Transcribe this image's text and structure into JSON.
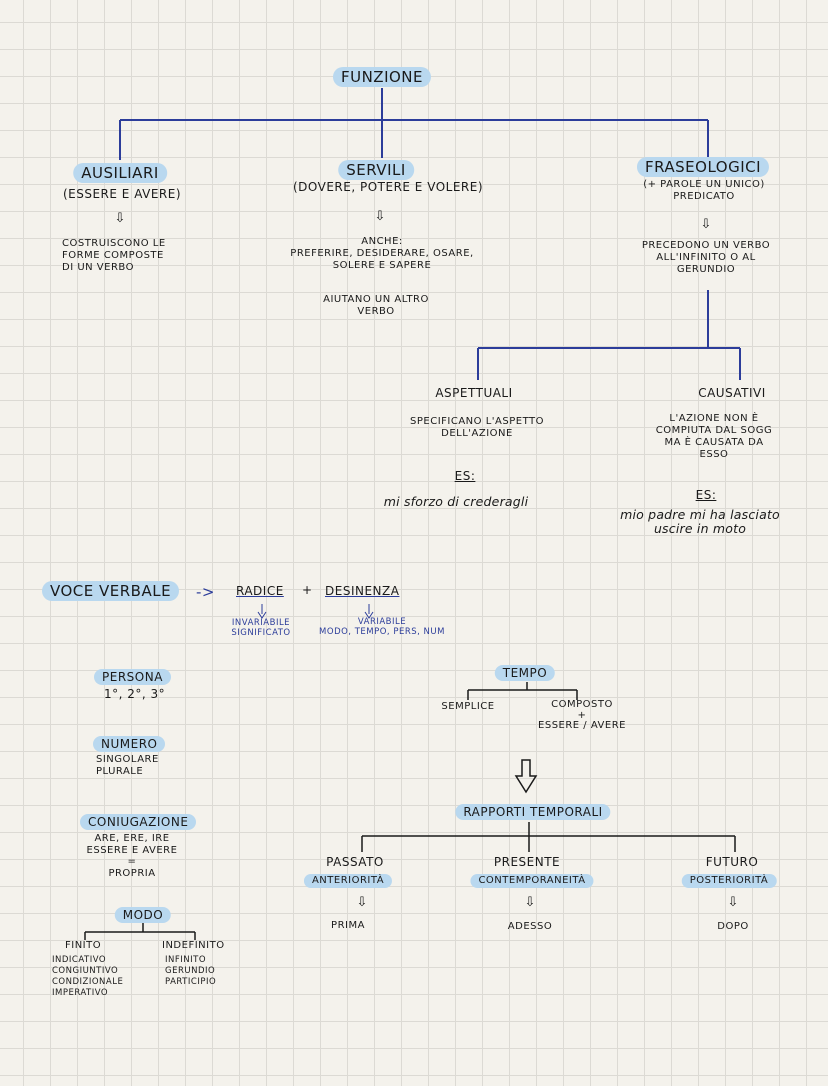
{
  "top": {
    "title": "FUNZIONE",
    "ausiliari": {
      "label": "AUSILIARI",
      "sub": "(ESSERE E AVERE)",
      "desc": [
        "COSTRUISCONO LE",
        "FORME COMPOSTE",
        "DI UN VERBO"
      ]
    },
    "servili": {
      "label": "SERVILI",
      "sub": "(DOVERE, POTERE E VOLERE)",
      "desc": [
        "ANCHE:",
        "PREFERIRE, DESIDERARE, OSARE,",
        "SOLERE E SAPERE"
      ],
      "desc2": [
        "AIUTANO UN ALTRO",
        "VERBO"
      ]
    },
    "fraseologici": {
      "label": "FRASEOLOGICI",
      "sub": [
        "(+ PAROLE UN UNICO)",
        "PREDICATO"
      ],
      "desc": [
        "PRECEDONO UN VERBO",
        "ALL'INFINITO O AL",
        "GERUNDIO"
      ]
    },
    "aspettuali": {
      "label": "ASPETTUALI",
      "desc": [
        "SPECIFICANO L'ASPETTO",
        "DELL'AZIONE"
      ],
      "es_label": "ES:",
      "example": "mi sforzo di crederagli"
    },
    "causativi": {
      "label": "CAUSATIVI",
      "desc": [
        "L'AZIONE NON È",
        "COMPIUTA DAL SOGG",
        "MA È CAUSATA DA",
        "ESSO"
      ],
      "es_label": "ES:",
      "example": [
        "mio padre mi ha lasciato",
        "uscire in moto"
      ]
    }
  },
  "voce": {
    "label": "VOCE VERBALE",
    "arrow": "->",
    "radice": "RADICE",
    "plus": "+",
    "desinenza": "DESINENZA",
    "radice_note": [
      "INVARIABILE",
      "SIGNIFICATO"
    ],
    "desinenza_note": [
      "VARIABILE",
      "MODO, TEMPO, PERS, NUM"
    ]
  },
  "left": {
    "persona": {
      "label": "PERSONA",
      "value": "1°, 2°, 3°"
    },
    "numero": {
      "label": "NUMERO",
      "values": [
        "SINGOLARE",
        "PLURALE"
      ]
    },
    "coniugazione": {
      "label": "CONIUGAZIONE",
      "values": [
        "ARE, ERE, IRE",
        "ESSERE E AVERE",
        "=",
        "PROPRIA"
      ]
    },
    "modo": {
      "label": "MODO",
      "finito": {
        "label": "FINITO",
        "items": [
          "INDICATIVO",
          "CONGIUNTIVO",
          "CONDIZIONALE",
          "IMPERATIVO"
        ]
      },
      "indefinito": {
        "label": "INDEFINITO",
        "items": [
          "INFINITO",
          "GERUNDIO",
          "PARTICIPIO"
        ]
      }
    }
  },
  "tempo": {
    "label": "TEMPO",
    "semplice": "SEMPLICE",
    "composto": [
      "COMPOSTO",
      "+",
      "ESSERE / AVERE"
    ],
    "rapporti": "RAPPORTI TEMPORALI",
    "passato": {
      "label": "PASSATO",
      "tag": "ANTERIORITÀ",
      "result": "PRIMA"
    },
    "presente": {
      "label": "PRESENTE",
      "tag": "CONTEMPORANEITÀ",
      "result": "ADESSO"
    },
    "futuro": {
      "label": "FUTURO",
      "tag": "POSTERIORITÀ",
      "result": "DOPO"
    }
  },
  "colors": {
    "highlight": "#b9d8ef",
    "connector": "#2c3d9a",
    "ink": "#1a1a1a"
  }
}
